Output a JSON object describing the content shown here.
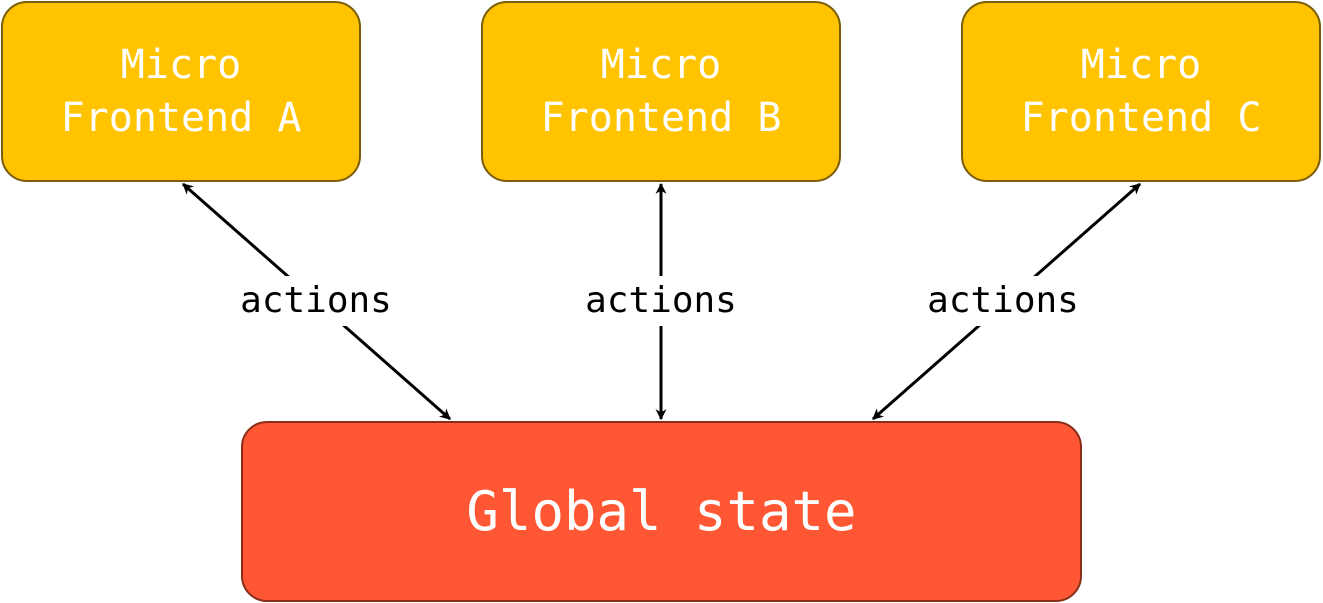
{
  "nodes": {
    "micro_frontend_a": {
      "line1": "Micro",
      "line2": "Frontend A"
    },
    "micro_frontend_b": {
      "line1": "Micro",
      "line2": "Frontend B"
    },
    "micro_frontend_c": {
      "line1": "Micro",
      "line2": "Frontend C"
    },
    "global_state": {
      "label": "Global state"
    }
  },
  "edges": [
    {
      "from": "micro_frontend_a",
      "to": "global_state",
      "label": "actions",
      "direction": "both"
    },
    {
      "from": "micro_frontend_b",
      "to": "global_state",
      "label": "actions",
      "direction": "both"
    },
    {
      "from": "micro_frontend_c",
      "to": "global_state",
      "label": "actions",
      "direction": "both"
    }
  ],
  "colors": {
    "micro_frontend_fill": "#ffc300",
    "micro_frontend_border": "#7a5c0a",
    "global_state_fill": "#ff5733",
    "global_state_border": "#8a2e1a",
    "text_on_boxes": "#ffffff",
    "arrow": "#000000"
  }
}
